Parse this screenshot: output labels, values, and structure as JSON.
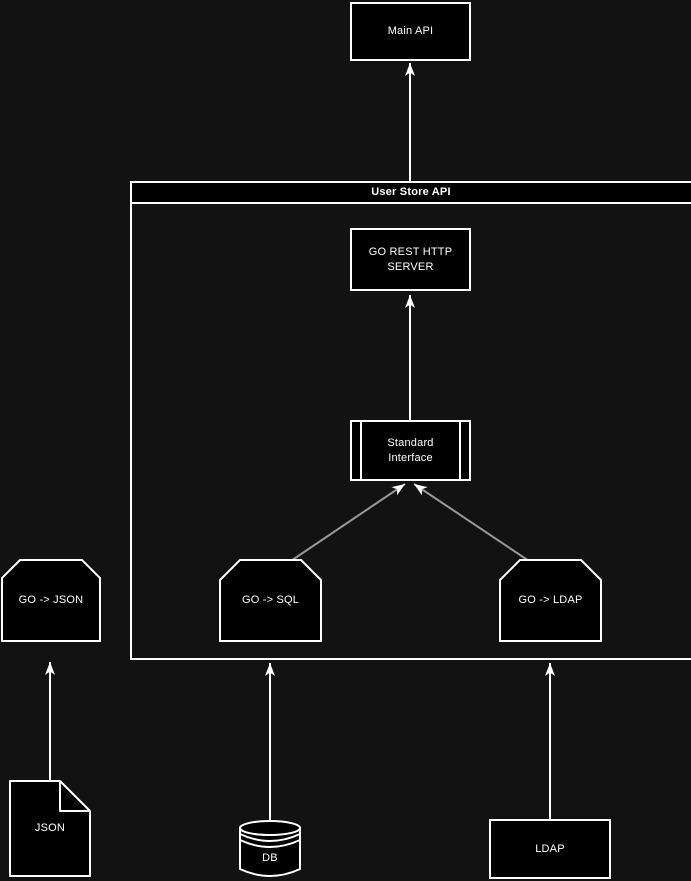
{
  "nodes": {
    "main_api": "Main API",
    "user_store_api": "User Store API",
    "go_rest_http_server": "GO REST HTTP SERVER",
    "standard_interface": "Standard Interface",
    "go_json": "GO -> JSON",
    "go_sql": "GO -> SQL",
    "go_ldap": "GO -> LDAP",
    "json_file": "JSON",
    "db": "DB",
    "ldap": "LDAP"
  },
  "edges": [
    {
      "from": "user_store_api",
      "to": "main_api",
      "style": "white-arrow"
    },
    {
      "from": "standard_interface",
      "to": "go_rest_http_server",
      "style": "white-arrow"
    },
    {
      "from": "go_sql",
      "to": "standard_interface",
      "style": "gray-arrow"
    },
    {
      "from": "go_ldap",
      "to": "standard_interface",
      "style": "gray-arrow"
    },
    {
      "from": "json_file",
      "to": "go_json",
      "style": "white-arrow"
    },
    {
      "from": "db",
      "to": "go_sql",
      "style": "white-arrow"
    },
    {
      "from": "ldap",
      "to": "go_ldap",
      "style": "white-arrow"
    }
  ],
  "colors": {
    "background": "#121212",
    "node_fill": "#000000",
    "node_stroke": "#ffffff",
    "text": "#ffffff",
    "edge_white": "#ffffff",
    "edge_gray": "#999999"
  }
}
